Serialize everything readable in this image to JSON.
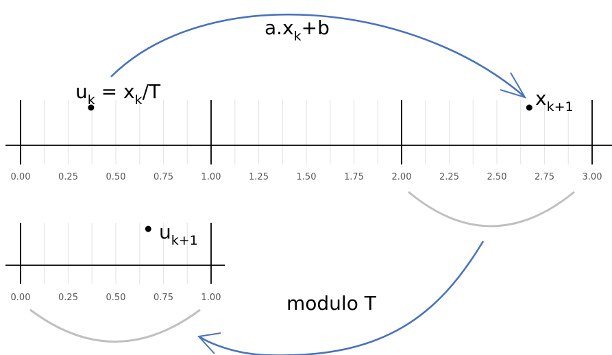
{
  "colors": {
    "arrow": "#4a72be",
    "grey_arc": "#c0c0c0",
    "axis": "#000000",
    "grid": "#e6e6e6"
  },
  "top_axis": {
    "ticks": [
      "0.00",
      "0.25",
      "0.50",
      "0.75",
      "1.00",
      "1.25",
      "1.50",
      "1.75",
      "2.00",
      "2.25",
      "2.50",
      "2.75",
      "3.00"
    ],
    "domain": [
      0,
      3
    ],
    "major_lines": [
      0,
      1,
      2,
      3
    ],
    "points": [
      {
        "id": "uk",
        "value": 0.37,
        "label": {
          "base": "u",
          "sub": "k",
          "rest": " = x",
          "sub2": "k",
          "tail": "/T"
        }
      },
      {
        "id": "xk1",
        "value": 2.67,
        "label": {
          "base": "x",
          "sub": "k+1"
        }
      }
    ]
  },
  "bottom_axis": {
    "ticks": [
      "0.00",
      "0.25",
      "0.50",
      "0.75",
      "1.00"
    ],
    "domain": [
      0,
      1
    ],
    "major_lines": [
      0,
      1
    ],
    "points": [
      {
        "id": "uk1",
        "value": 0.67,
        "label": {
          "base": "u",
          "sub": "k+1"
        }
      }
    ]
  },
  "annotations": {
    "map": {
      "base": "a.x",
      "sub": "k",
      "tail": "+b"
    },
    "modulo": "modulo T"
  }
}
